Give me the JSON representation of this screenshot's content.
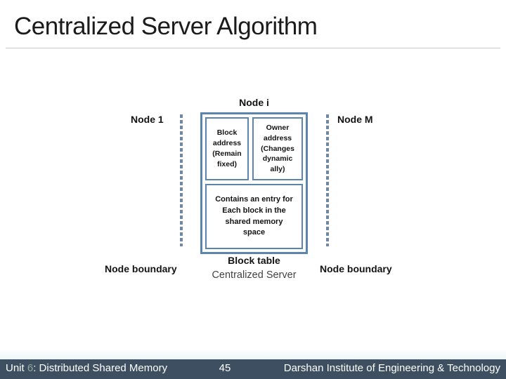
{
  "slide": {
    "title": "Centralized Server Algorithm"
  },
  "diagram": {
    "node_i": "Node i",
    "node_1": "Node 1",
    "node_m": "Node M",
    "boxes": {
      "block_address": {
        "text": "Block address (Remain fixed)",
        "lines": [
          "Block",
          "address",
          "(Remain",
          "fixed)"
        ]
      },
      "owner_address": {
        "text": "Owner address (Changes dynamically)",
        "lines": [
          "Owner",
          "address",
          "(Changes",
          "dynamic",
          "ally)"
        ]
      },
      "entry_note": {
        "text": "Contains an entry for Each block in the shared memory space",
        "lines": [
          "Contains an entry for",
          "Each block in the",
          "shared memory",
          "space"
        ]
      }
    },
    "block_table": "Block table",
    "centralized_server": "Centralized Server",
    "node_boundary_left": "Node boundary",
    "node_boundary_right": "Node boundary"
  },
  "footer": {
    "unit_word": "Unit ",
    "unit_number": "6",
    "left_rest": ": Distributed Shared Memory",
    "page_number": "45",
    "institute": "Darshan Institute of Engineering & Technology"
  },
  "colors": {
    "box_border": "#5b84ae",
    "dashed_line": "#6e89a6",
    "footer_bar": "#3d4f60",
    "unit_number": "#93a89c",
    "title": "#1b1b1b"
  }
}
